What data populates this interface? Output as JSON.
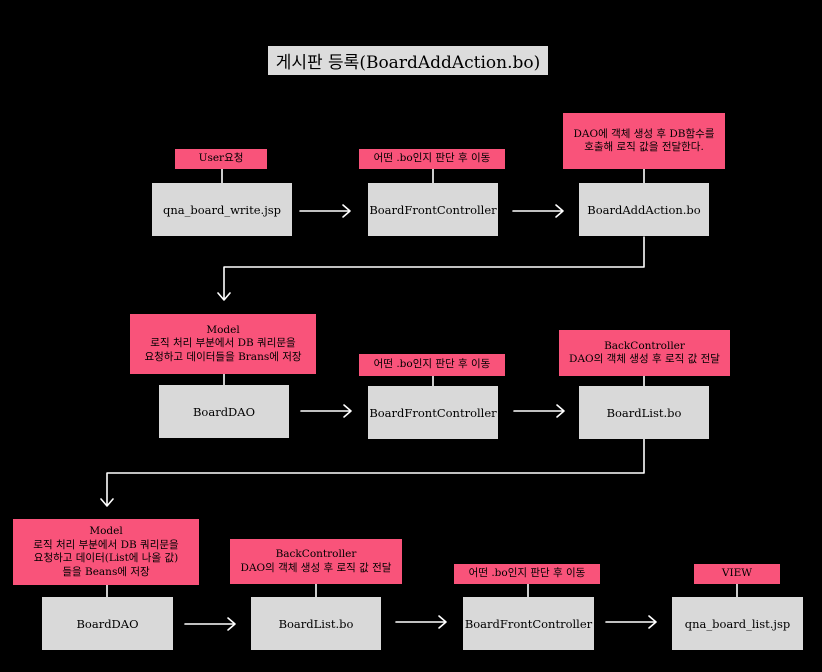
{
  "title": "게시판 등록(BoardAddAction.bo)",
  "colors": {
    "background": "#000000",
    "node": "#d9d9d9",
    "label": "#f9537a",
    "line": "#ffffff"
  },
  "row1": {
    "nodes": [
      "qna_board_write.jsp",
      "BoardFrontController",
      "BoardAddAction.bo"
    ],
    "labels": [
      [
        "User요청"
      ],
      [
        "어떤 .bo인지 판단 후 이동"
      ],
      [
        "DAO에 객체 생성 후 DB함수를",
        "호출해 로직 값을 전달한다."
      ]
    ]
  },
  "row2": {
    "nodes": [
      "BoardDAO",
      "BoardFrontController",
      "BoardList.bo"
    ],
    "labels": [
      [
        "Model",
        "로직 처리 부분에서 DB 쿼리문을",
        "요청하고 데이터들을 Brans에 저장"
      ],
      [
        "어떤 .bo인지 판단 후 이동"
      ],
      [
        "BackController",
        "DAO의 객체 생성 후 로직 값 전달"
      ]
    ]
  },
  "row3": {
    "nodes": [
      "BoardDAO",
      "BoardList.bo",
      "BoardFrontController",
      "qna_board_list.jsp"
    ],
    "labels": [
      [
        "Model",
        "로직 처리 부분에서 DB 쿼리문을",
        "요청하고 데이터(List에 나올 값)",
        "들을 Beans에 저장"
      ],
      [
        "BackController",
        "DAO의 객체 생성 후 로직 값 전달"
      ],
      [
        "어떤 .bo인지 판단 후 이동"
      ],
      [
        "VIEW"
      ]
    ]
  }
}
